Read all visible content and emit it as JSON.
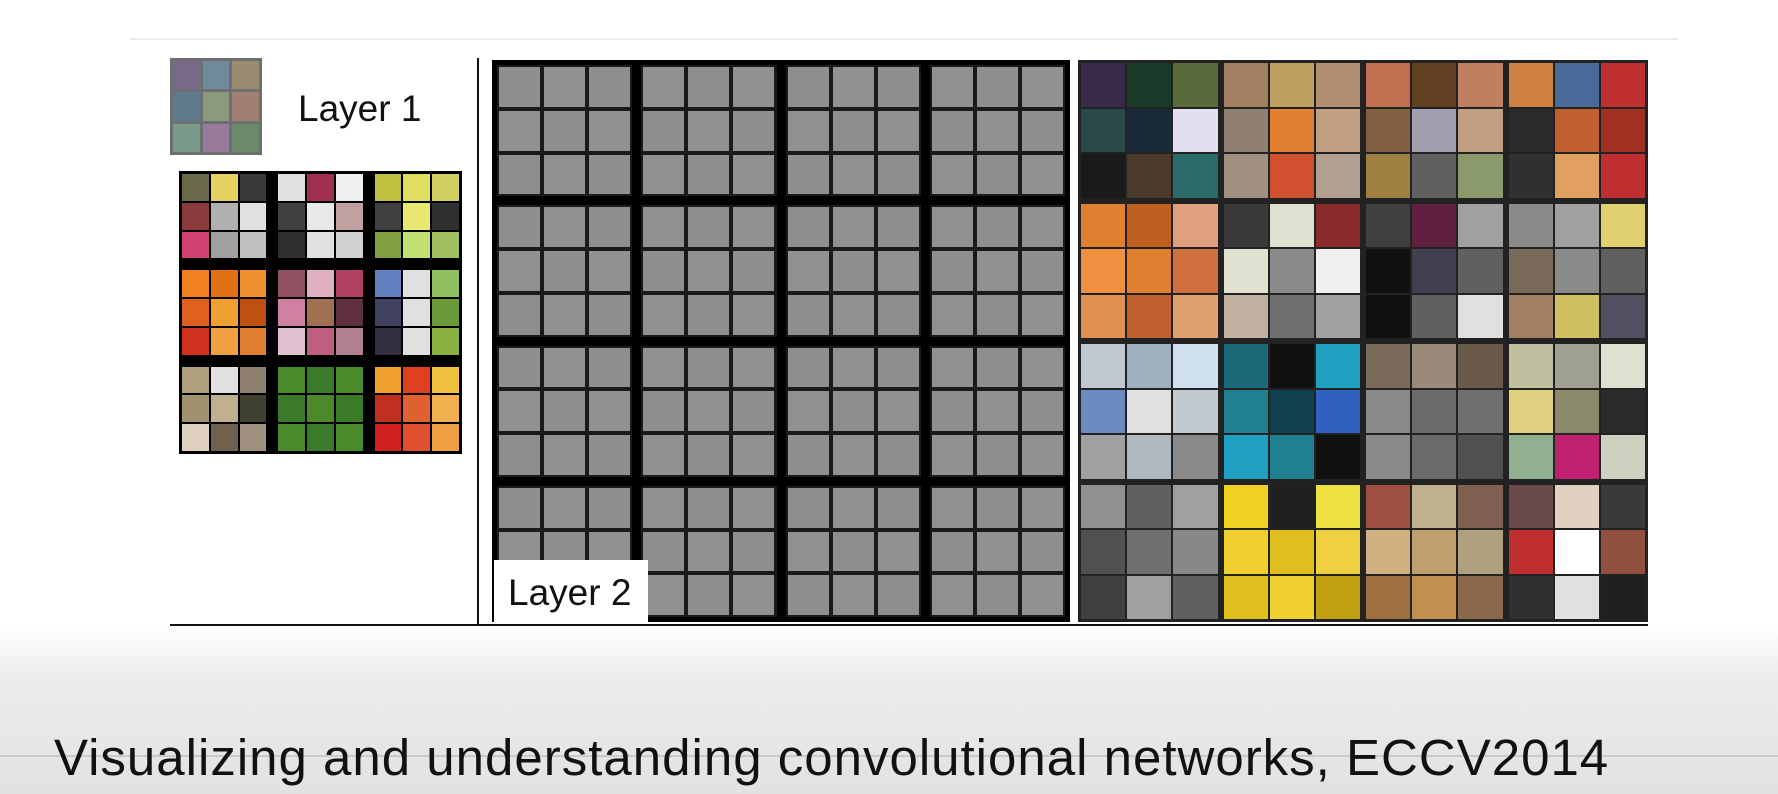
{
  "figure": {
    "layer1_label": "Layer 1",
    "layer2_label": "Layer 2",
    "caption": "Visualizing and understanding convolutional networks, ECCV2014"
  },
  "colors": {
    "layer1_filters": [
      "#7a6a8a",
      "#6f8a9a",
      "#9a8a70",
      "#5f7a8a",
      "#8a9a7a",
      "#a08070",
      "#7a9a8a",
      "#9a7a9a",
      "#6a8a6a"
    ],
    "layer1_blocks": [
      [
        "#6a6a4a",
        "#e8d060",
        "#3a3a3a",
        "#8a3a3a",
        "#b0b0b0",
        "#e0e0e0",
        "#d04070",
        "#a0a0a0",
        "#c0c0c0"
      ],
      [
        "#e0e0e0",
        "#a03050",
        "#f0f0f0",
        "#404040",
        "#e8e8e8",
        "#c0a0a0",
        "#303030",
        "#e0e0e0",
        "#d0d0d0"
      ],
      [
        "#c0c040",
        "#e0e060",
        "#d0d060",
        "#404040",
        "#e8e870",
        "#303030",
        "#80a040",
        "#c0e070",
        "#a0c060"
      ],
      [
        "#f08020",
        "#e07010",
        "#f09030",
        "#e06020",
        "#f0a030",
        "#c05010",
        "#d03020",
        "#f0a040",
        "#e08030"
      ],
      [
        "#905060",
        "#e0b0c0",
        "#b04060",
        "#d080a0",
        "#a07050",
        "#603040",
        "#e0c0d0",
        "#c06080",
        "#b08090"
      ],
      [
        "#6080c0",
        "#e0e0e0",
        "#90c060",
        "#404060",
        "#e0e0e0",
        "#6a9a3a",
        "#303040",
        "#e0e0e0",
        "#8ab040"
      ],
      [
        "#b0a080",
        "#e0e0e0",
        "#908070",
        "#a09070",
        "#c0b090",
        "#404030",
        "#e0d0c0",
        "#706050",
        "#a09080"
      ],
      [
        "#4a8a2a",
        "#3a7a2a",
        "#4a8a2a",
        "#3a7a2a",
        "#4a8a2a",
        "#3a7a2a",
        "#4a8a2a",
        "#3a7a2a",
        "#4a8a2a"
      ],
      [
        "#f0a030",
        "#e04020",
        "#f0c040",
        "#c03020",
        "#e06030",
        "#f0b050",
        "#d02020",
        "#e05030",
        "#f0a040"
      ]
    ],
    "image_patches": [
      [
        "#3a2a4a",
        "#1a3a2a",
        "#5a6a3a",
        "#2a4a4a",
        "#1a2a3a",
        "#e0e0f0",
        "#1a1a1a",
        "#4a3a2a",
        "#2a6a6a"
      ],
      [
        "#a08060",
        "#c0a060",
        "#b09070",
        "#908070",
        "#e08030",
        "#c0a080",
        "#a09080",
        "#d05030",
        "#b0a090"
      ],
      [
        "#c07050",
        "#604020",
        "#c08060",
        "#806040",
        "#a0a0b0",
        "#c0a080",
        "#a08040",
        "#606060",
        "#8a9a6a"
      ],
      [
        "#d08040",
        "#4a6a9a",
        "#c03030",
        "#2a2a2a",
        "#c06030",
        "#a03020",
        "#303030",
        "#e0a060",
        "#c03030"
      ],
      [
        "#e08030",
        "#c06020",
        "#e0a080",
        "#f09040",
        "#e08030",
        "#d07040",
        "#e09050",
        "#c06030",
        "#e0a070"
      ],
      [
        "#3a3a3a",
        "#e0e0d0",
        "#8a2a2a",
        "#e0e0d0",
        "#8a8a8a",
        "#f0f0f0",
        "#c0b0a0",
        "#707070",
        "#a0a0a0"
      ],
      [
        "#404040",
        "#602040",
        "#a0a0a0",
        "#101010",
        "#404050",
        "#606060",
        "#101010",
        "#606060",
        "#e0e0e0"
      ],
      [
        "#8a8a8a",
        "#a0a0a0",
        "#e0d070",
        "#7a6a5a",
        "#8a8a8a",
        "#606060",
        "#a08060",
        "#d0c060",
        "#505060"
      ],
      [
        "#c0c8d0",
        "#a0b0c0",
        "#d0e0f0",
        "#6a8ac0",
        "#e0e0e0",
        "#c0c8d0",
        "#a0a0a0",
        "#b0b8c0",
        "#8a8a8a"
      ],
      [
        "#1a6a7a",
        "#101010",
        "#20a0c0",
        "#208090",
        "#104050",
        "#3060c0",
        "#20a0c0",
        "#208090",
        "#101010"
      ],
      [
        "#7a6a5a",
        "#9a8a7a",
        "#6a5a4a",
        "#8a8a8a",
        "#6a6a6a",
        "#707070",
        "#8a8a8a",
        "#6a6a6a",
        "#505050"
      ],
      [
        "#c0c0a0",
        "#a0a090",
        "#e0e0d0",
        "#e0d080",
        "#8a8a6a",
        "#2a2a2a",
        "#90b090",
        "#c02070",
        "#d0d0c0"
      ],
      [
        "#909090",
        "#606060",
        "#a0a0a0",
        "#505050",
        "#707070",
        "#888888",
        "#404040",
        "#a0a0a0",
        "#606060"
      ],
      [
        "#f0d020",
        "#202020",
        "#f0e040",
        "#f0d030",
        "#e0c020",
        "#f0d040",
        "#e0c020",
        "#f0d030",
        "#c0a010"
      ],
      [
        "#a05040",
        "#c0b090",
        "#806050",
        "#d0b080",
        "#c0a070",
        "#b0a080",
        "#a07040",
        "#c09050",
        "#8a6a4a"
      ],
      [
        "#6a4a4a",
        "#e0d0c0",
        "#3a3a3a",
        "#c03030",
        "#ffffff",
        "#905040",
        "#303030",
        "#e0e0e0",
        "#202020"
      ]
    ]
  }
}
